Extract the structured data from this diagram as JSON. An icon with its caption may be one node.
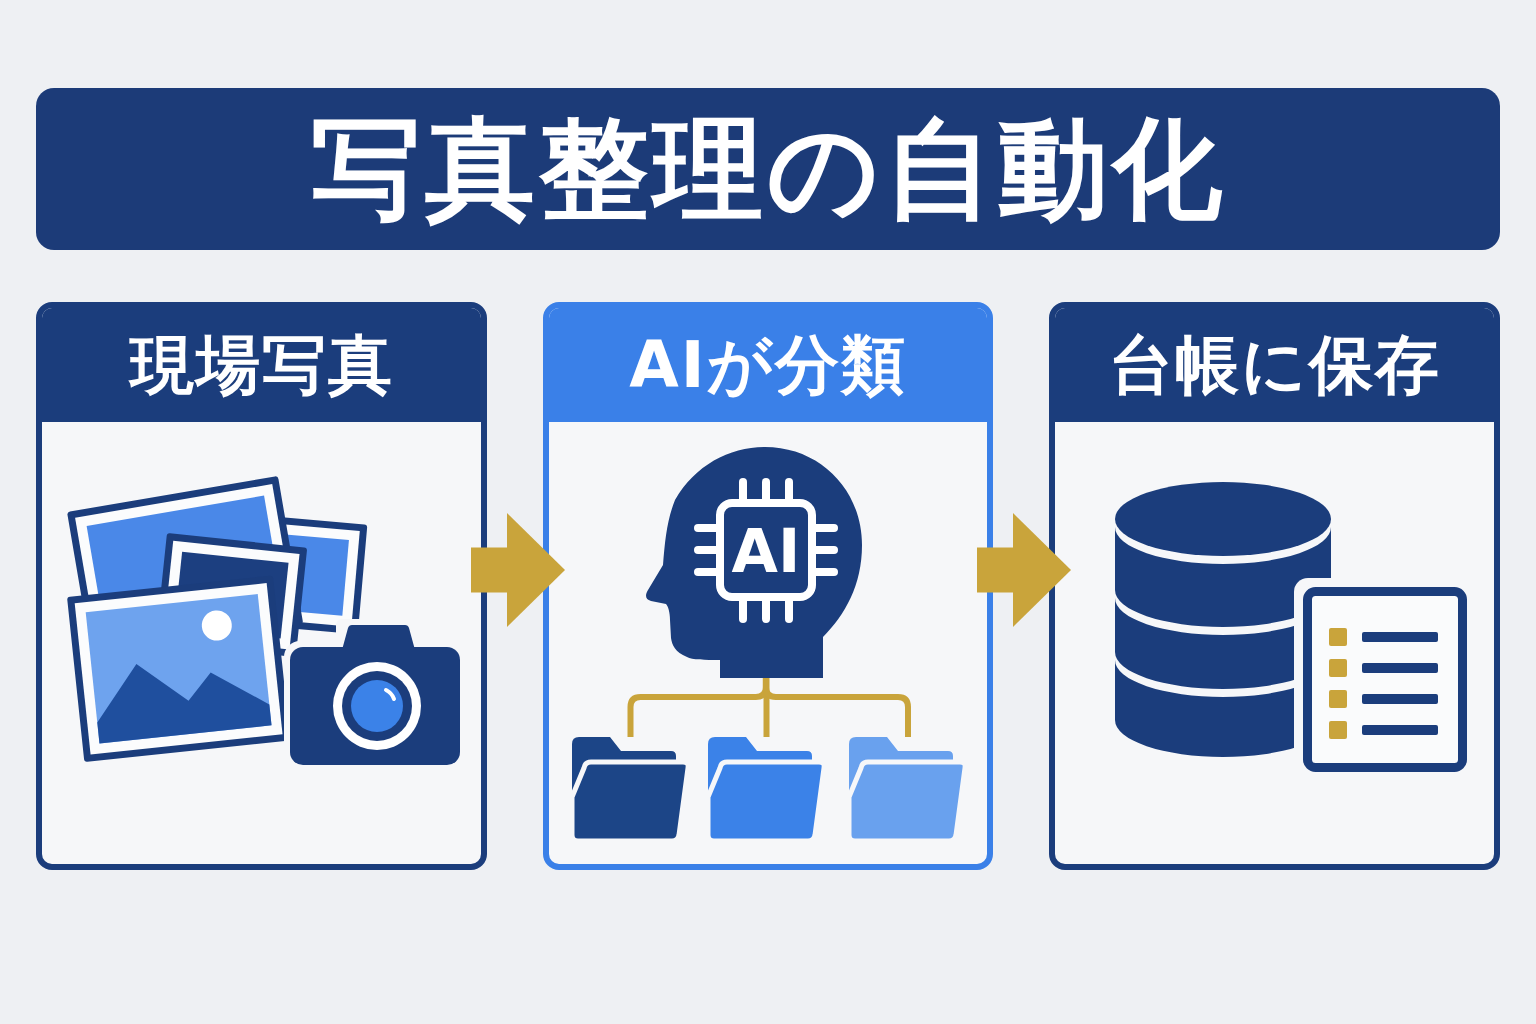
{
  "diagram": {
    "title": "写真整理の自動化",
    "nodes": [
      {
        "text": [
          "現場写真"
        ]
      },
      {
        "text": [
          "AIが分類"
        ]
      },
      {
        "text": [
          "台帳に保存"
        ]
      },
      {
        "text": [
          "AI"
        ],
        "in": 1
      },
      {
        "text": [],
        "shape": "picture",
        "in": 1
      },
      {
        "text": [],
        "shape": "picture",
        "in": 1
      },
      {
        "text": [],
        "shape": "picture",
        "in": 1
      }
    ],
    "edges": [
      {
        "from": 0,
        "to": 1,
        "arrow": "to",
        "style": "thick"
      },
      {
        "from": 1,
        "to": 2,
        "arrow": "to",
        "style": "thick"
      },
      {
        "from": 3,
        "to": 4,
        "arrow": "none"
      },
      {
        "from": 3,
        "to": 5,
        "arrow": "none"
      },
      {
        "from": 3,
        "to": 6,
        "arrow": "none"
      }
    ]
  }
}
